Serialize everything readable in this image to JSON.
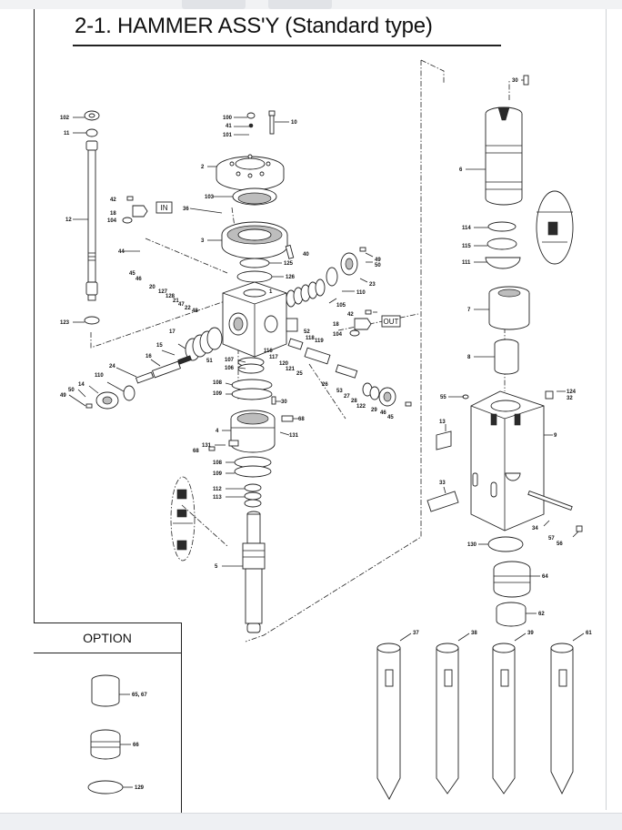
{
  "document": {
    "title": "2-1. HAMMER ASS'Y (Standard type)",
    "option_label": "OPTION"
  },
  "callouts": {
    "c1": "102",
    "c2": "11",
    "c3": "12",
    "c4": "123",
    "c5": "100",
    "c6": "41",
    "c7": "101",
    "c8": "10",
    "c9": "2",
    "c10": "42",
    "c11": "18",
    "c12": "104",
    "c13": "103",
    "c14": "36",
    "c15": "3",
    "c16": "40",
    "c17": "125",
    "c18": "126",
    "c19": "44",
    "c20": "45",
    "c21": "46",
    "c22": "20",
    "c23": "127",
    "c24": "128",
    "c25": "21",
    "c26": "47",
    "c27": "22",
    "c28": "48",
    "c29": "1",
    "c30": "105",
    "c31": "110",
    "c32": "49",
    "c33": "50",
    "c34": "23",
    "c35": "42",
    "c36": "18",
    "c37": "104",
    "c38": "52",
    "c39": "118",
    "c40": "119",
    "c41": "116",
    "c42": "117",
    "c43": "120",
    "c44": "121",
    "c45": "25",
    "c46": "17",
    "c47": "15",
    "c48": "16",
    "c49": "24",
    "c50": "110",
    "c51": "14",
    "c52": "50",
    "c53": "49",
    "c54": "51",
    "c55": "107",
    "c56": "106",
    "c57": "108",
    "c58": "109",
    "c59": "30",
    "c60": "26",
    "c61": "53",
    "c62": "27",
    "c63": "28",
    "c64": "122",
    "c65": "29",
    "c66": "46",
    "c67": "45",
    "c68": "4",
    "c69": "68",
    "c70": "131",
    "c71": "131",
    "c72": "68",
    "c73": "108",
    "c74": "109",
    "c75": "112",
    "c76": "113",
    "c77": "5",
    "c78": "30",
    "c79": "6",
    "c80": "114",
    "c81": "115",
    "c82": "111",
    "c83": "7",
    "c84": "8",
    "c85": "55",
    "c86": "124",
    "c87": "32",
    "c88": "13",
    "c89": "9",
    "c90": "33",
    "c91": "34",
    "c92": "57",
    "c93": "56",
    "c94": "130",
    "c95": "64",
    "c96": "62",
    "c97": "37",
    "c98": "38",
    "c99": "39",
    "c100": "61",
    "c101": "65, 67",
    "c102": "66",
    "c103": "129"
  },
  "boxes": {
    "in_label": "IN",
    "out_label": "OUT"
  }
}
